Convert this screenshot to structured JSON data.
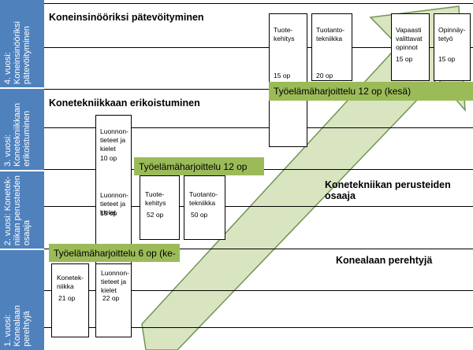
{
  "years": [
    {
      "label": "4. vuosi:\nKoneinsinööriksi\npätevöityminen",
      "title": "Koneinsinööriksi pätevöityminen"
    },
    {
      "label": "3. vuosi:\nKonetekniikkaan\nerikoistuminen",
      "title": "Konetekniikkaan erikoistuminen"
    },
    {
      "label": "2. vuosi: Konetek-\nniikan perusteiden\nosaaja",
      "title": "Konetekniikan perusteiden osaaja"
    },
    {
      "label": "1. vuosi:\nKonealaan\nperehtyjä",
      "title": "Konealaan perehtyjä"
    }
  ],
  "courses": {
    "y4_tuotekehitys": {
      "name": "Tuote-\nkehitys",
      "credits": "15 op"
    },
    "y4_tuotantotekniikka": {
      "name": "Tuotanto-\ntekniikka",
      "credits": "20 op"
    },
    "y4_vapaasti": {
      "name": "Vapaasti\nvalittavat\nopinnot",
      "credits": "15 op"
    },
    "y4_opinnaytetyo": {
      "name": "Opinnäy-\ntetyö",
      "credits": "15 op"
    },
    "y3_luonnontieteet": {
      "name": "Luonnon-\ntieteet ja\nkielet",
      "credits": "10 op"
    },
    "y2_luonnontieteet": {
      "name": "Luonnon-\ntieteet ja\nkielet",
      "credits": "15 op"
    },
    "y2_tuotekehitys": {
      "name": "Tuote-\nkehitys",
      "credits": "52 op"
    },
    "y2_tuotantotekniikka": {
      "name": "Tuotanto-\ntekniikka",
      "credits": "50 op"
    },
    "y1_konetekniikka": {
      "name": "Konetek-\nniikka",
      "credits": "21 op"
    },
    "y1_luonnontieteet": {
      "name": "Luonnon-\ntieteet ja\nkielet",
      "credits": "22 op"
    }
  },
  "internships": {
    "y4": "Työelämäharjoittelu 12 op (kesä)",
    "y3": "Työelämäharjoittelu 12 op",
    "y1": "Työelämäharjoittelu 6 op (ke-"
  },
  "colors": {
    "sidebar": "#4f81bd",
    "internship": "#9bbb59",
    "arrow": "#d7e4bd",
    "arrow_border": "#6b8f4e"
  }
}
